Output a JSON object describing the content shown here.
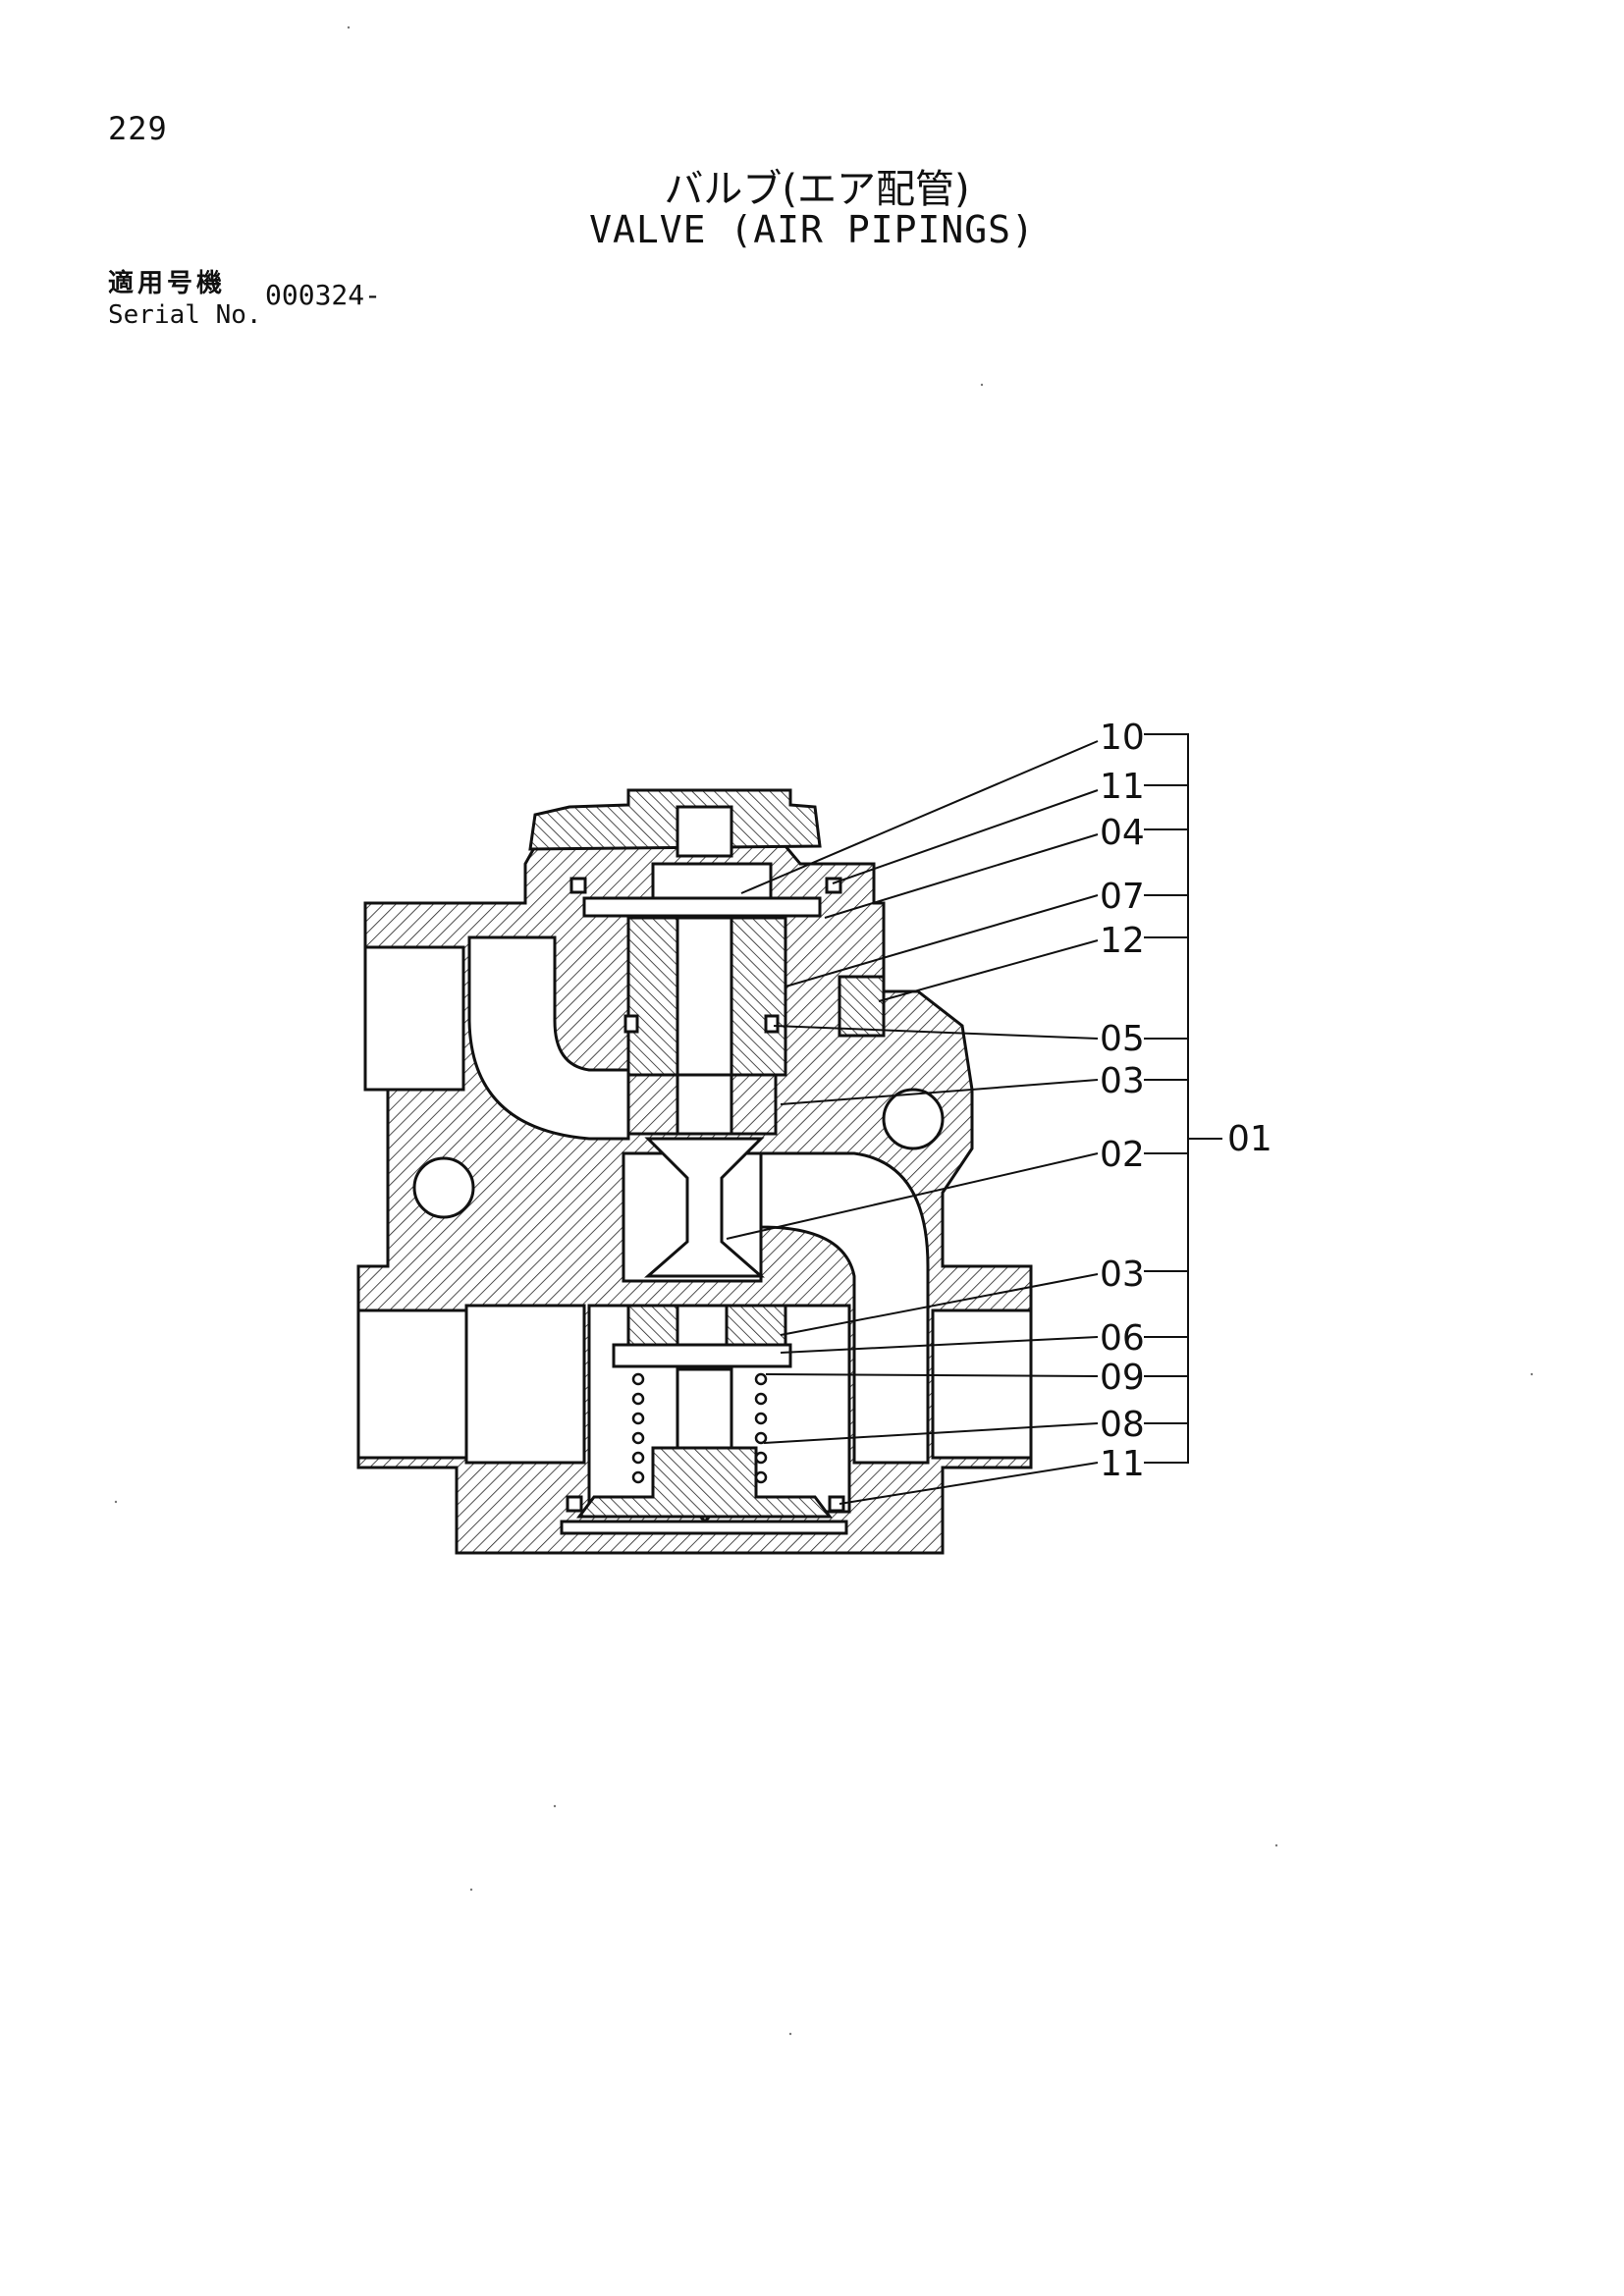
{
  "page": {
    "number": "229",
    "title_jp": "バルブ(エア配管)",
    "title_en": "VALVE (AIR PIPINGS)",
    "serial_label_jp": "適用号機",
    "serial_label_en": "Serial No.",
    "serial_value": "000324-"
  },
  "callouts": [
    "10",
    "11",
    "04",
    "07",
    "12",
    "05",
    "03",
    "02",
    "03",
    "06",
    "09",
    "08",
    "11"
  ],
  "assembly_label": "01",
  "colors": {
    "ink": "#111111",
    "paper": "#ffffff"
  }
}
